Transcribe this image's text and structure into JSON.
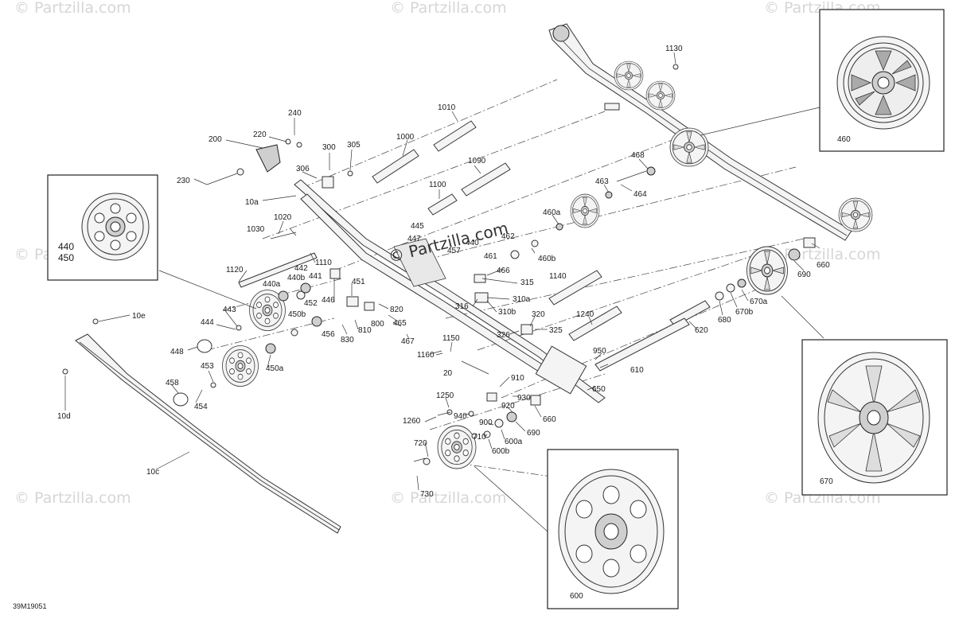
{
  "watermark": {
    "text": "© Partzilla.com",
    "brand": "© Partzilla.com"
  },
  "drawing_code": "39M19051",
  "callouts": {
    "c1130": "1130",
    "c1010": "1010",
    "c240": "240",
    "c220": "220",
    "c200": "200",
    "c300": "300",
    "c305": "305",
    "c1000": "1000",
    "c1090": "1090",
    "c230": "230",
    "c306": "306",
    "c10a": "10a",
    "c1100": "1100",
    "c468": "468",
    "c463": "463",
    "c464": "464",
    "c460a": "460a",
    "c1020": "1020",
    "c1030": "1030",
    "c445": "445",
    "c447": "447",
    "c462": "462",
    "c440": "440",
    "c457": "457",
    "c461": "461",
    "c460b": "460b",
    "c1110": "1110",
    "c442": "442",
    "c1120": "1120",
    "c440b": "440b",
    "c441": "441",
    "c466": "466",
    "c451": "451",
    "c440a": "440a",
    "c446": "446",
    "c315": "315",
    "c1140": "1140",
    "c452": "452",
    "c316": "316",
    "c310a": "310a",
    "c443": "443",
    "c450b": "450b",
    "c820": "820",
    "c310b": "310b",
    "c444": "444",
    "c456": "456",
    "c810": "810",
    "c800": "800",
    "c465": "465",
    "c320": "320",
    "c1240": "1240",
    "c830": "830",
    "c467": "467",
    "c326": "326",
    "c325": "325",
    "c10e": "10e",
    "c448": "448",
    "c450a": "450a",
    "c1150": "1150",
    "c1160": "1160",
    "c20": "20",
    "c950": "950",
    "c620": "620",
    "c680": "680",
    "c670a": "670a",
    "c670b": "670b",
    "c690a": "690",
    "c660a": "660",
    "c610": "610",
    "c910": "910",
    "c650": "650",
    "c453": "453",
    "c458": "458",
    "c454": "454",
    "c1250": "1250",
    "c930": "930",
    "c920": "920",
    "c940": "940",
    "c660b": "660",
    "c1260": "1260",
    "c900": "900",
    "c710": "710",
    "c690b": "690",
    "c600a": "600a",
    "c600b": "600b",
    "c10d": "10d",
    "c720": "720",
    "c10c": "10c",
    "c730": "730"
  },
  "detail_boxes": {
    "box460": "460",
    "box440": "440",
    "box450": "450",
    "box670": "670",
    "box600": "600"
  }
}
